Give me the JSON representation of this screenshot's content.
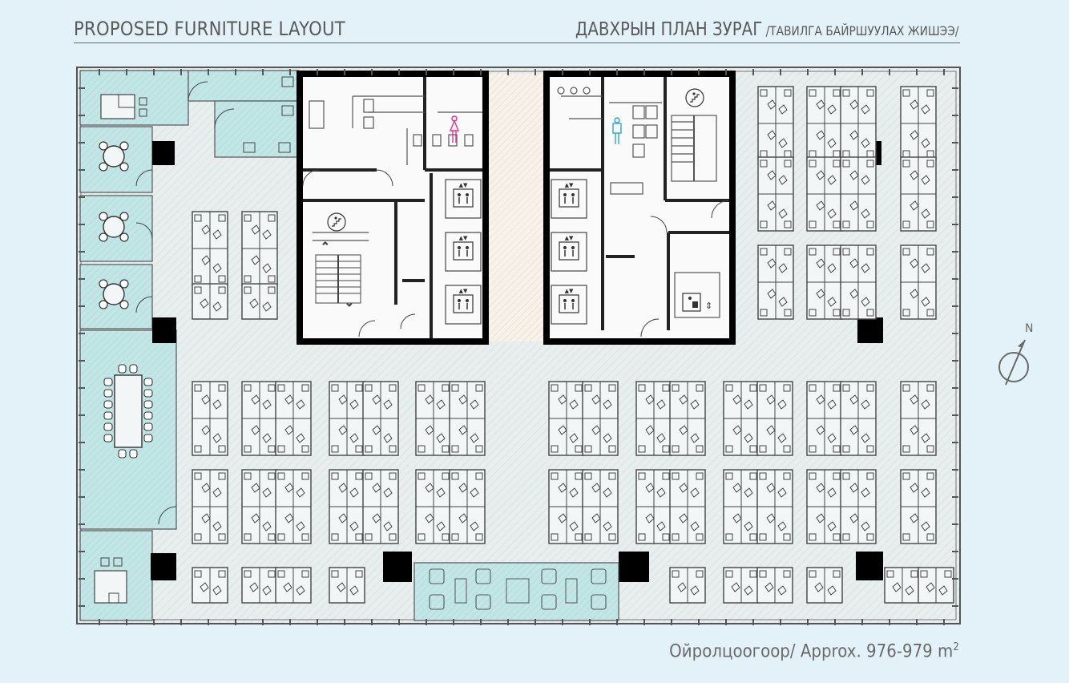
{
  "header": {
    "left_title": "PROPOSED FURNITURE LAYOUT",
    "right_title": "ДАВХРЫН ПЛАН ЗУРАГ",
    "right_subtitle": "/ТАВИЛГА БАЙРШУУЛАХ ЖИШЭЭ/"
  },
  "footer": {
    "area_text": "Ойролцоогоор/ Approx.  976-979 m",
    "area_unit_sup": "2"
  },
  "compass": {
    "label": "N"
  },
  "colors": {
    "background": "#e3f1f9",
    "floor": "#e9eeee",
    "room_fill": "#bfe6e6",
    "wall": "#000000",
    "line": "#444444",
    "female_icon": "#e0309a",
    "male_icon": "#2aa7d8"
  },
  "icons": [
    "stair-icon",
    "elevator-icon",
    "female-restroom-icon",
    "male-restroom-icon",
    "service-lift-icon",
    "north-arrow-icon"
  ]
}
